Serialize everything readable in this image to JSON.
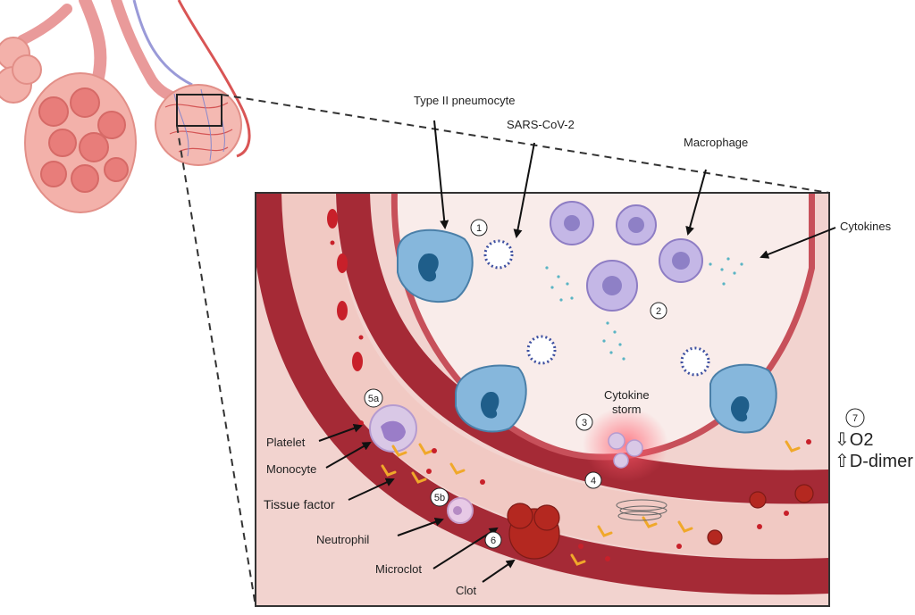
{
  "labels": {
    "type2": "Type II pneumocyte",
    "sars": "SARS-CoV-2",
    "macrophage": "Macrophage",
    "cytokines": "Cytokines",
    "storm1": "Cytokine",
    "storm2": "storm",
    "platelet": "Platelet",
    "monocyte": "Monocyte",
    "tissue": "Tissue factor",
    "neutrophil": "Neutrophil",
    "microclot": "Microclot",
    "clot": "Clot"
  },
  "steps": {
    "s1": "1",
    "s2": "2",
    "s3": "3",
    "s4": "4",
    "s5a": "5a",
    "s5b": "5b",
    "s6": "6",
    "s7": "7"
  },
  "outcomes": {
    "o2": "⇩O2",
    "ddimer": "⇧D-dimer"
  },
  "colors": {
    "vessel": "#a52a36",
    "blood": "#f1c9c3",
    "alveolus": "#f9ecea",
    "pneumocyte": "#86b7dc",
    "macrophage": "#c4b7e6",
    "cytokine": "#5ab4c4",
    "clot": "#b42820",
    "tissue_factor": "#f0a82a"
  }
}
